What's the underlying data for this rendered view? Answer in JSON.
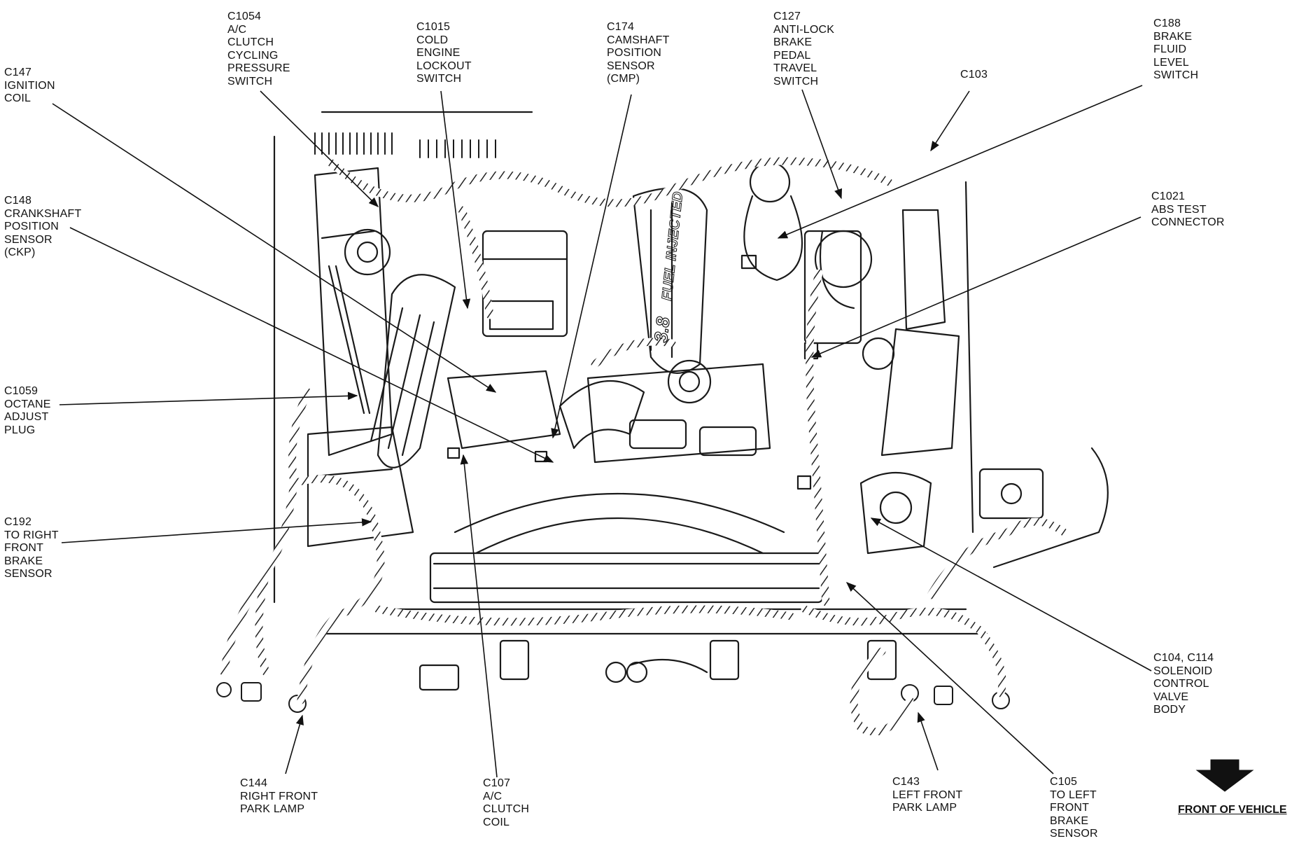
{
  "callouts": {
    "c147": {
      "text": "C147\nIGNITION\nCOIL"
    },
    "c1054": {
      "text": "C1054\nA/C\nCLUTCH\nCYCLING\nPRESSURE\nSWITCH"
    },
    "c1015": {
      "text": "C1015\nCOLD\nENGINE\nLOCKOUT\nSWITCH"
    },
    "c174": {
      "text": "C174\nCAMSHAFT\nPOSITION\nSENSOR\n(CMP)"
    },
    "c127": {
      "text": "C127\nANTI-LOCK\nBRAKE\nPEDAL\nTRAVEL\nSWITCH"
    },
    "c103": {
      "text": "C103"
    },
    "c188": {
      "text": "C188\nBRAKE\nFLUID\nLEVEL\nSWITCH"
    },
    "c148": {
      "text": "C148\nCRANKSHAFT\nPOSITION\nSENSOR\n(CKP)"
    },
    "c1021": {
      "text": "C1021\nABS TEST\nCONNECTOR"
    },
    "c1059": {
      "text": "C1059\nOCTANE\nADJUST\nPLUG"
    },
    "c192": {
      "text": "C192\nTO RIGHT\nFRONT\nBRAKE\nSENSOR"
    },
    "c104": {
      "text": "C104, C114\nSOLENOID\nCONTROL\nVALVE\nBODY"
    },
    "c144": {
      "text": "C144\nRIGHT FRONT\nPARK LAMP"
    },
    "c107": {
      "text": "C107\nA/C\nCLUTCH\nCOIL"
    },
    "c143": {
      "text": "C143\nLEFT FRONT\nPARK LAMP"
    },
    "c105": {
      "text": "C105\nTO LEFT\nFRONT\nBRAKE\nSENSOR"
    }
  },
  "front_of_vehicle": "FRONT OF VEHICLE",
  "intake_lettering": {
    "displacement": "3.8",
    "text": "FUEL INJECTED"
  }
}
